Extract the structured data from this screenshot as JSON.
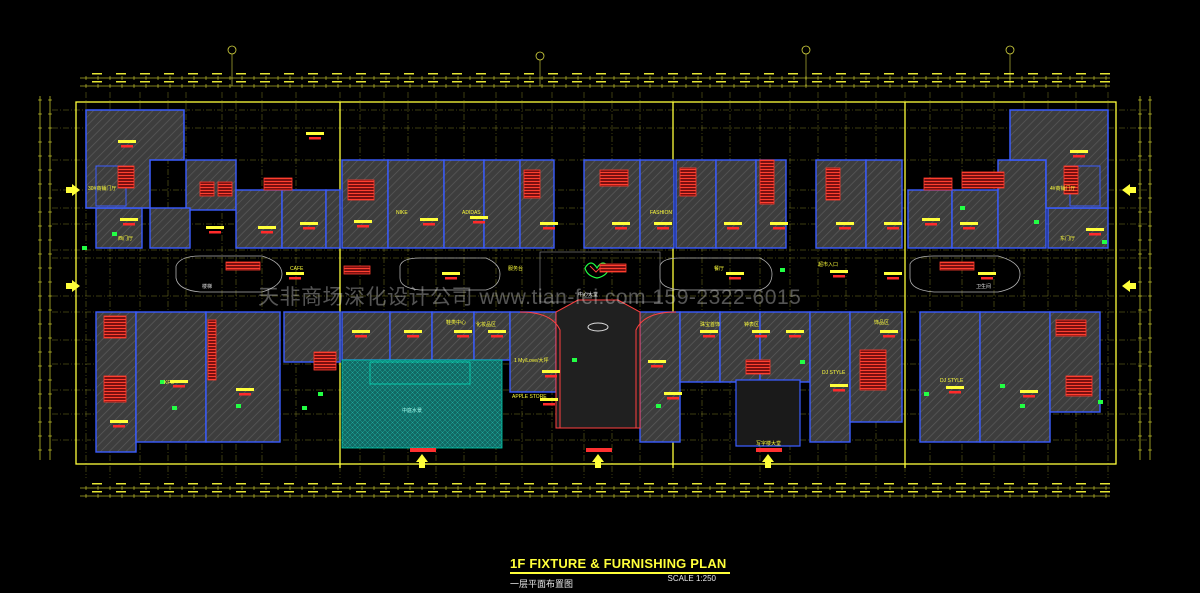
{
  "title_block": {
    "title": "1F FIXTURE & FURNISHING PLAN",
    "subtitle_cn": "一层平面布置图",
    "scale": "SCALE   1:250"
  },
  "watermark": "天非商场深化设计公司 www.tian-fei.com 159-2322-6015",
  "colors": {
    "background": "#000000",
    "wall": "#3a5cff",
    "grid": "#d8d840",
    "dimension": "#ffff3a",
    "shop_fill": "#444444",
    "hatch": "#6a6a6a",
    "atrium": "#14706a",
    "escalator": "#ff3b2e",
    "label": "#ffff3a",
    "tag_red": "#ff2a2a",
    "tag_green": "#22ff44"
  },
  "labels": {
    "left_service": "30#商铺门厅",
    "right_service": "4#商铺门厅",
    "central_plaza": "中心大堂",
    "main_hall": "写字楼大堂",
    "atrium": "中庭水景",
    "shop_1f": "1 My/Love/大坪",
    "apple": "APPLE STORE",
    "kfc": "KFC",
    "dj_style": "DJ STYLE",
    "shoe_center": "鞋类中心",
    "cosmetics": "化妆品区",
    "jewelry": "珠宝首饰",
    "watch": "钟表区",
    "accessories": "饰品区",
    "nike": "NIKE",
    "adidas": "ADIDAS",
    "fashion": "FASHION",
    "cafe": "CAFE",
    "restaurant": "餐厅",
    "supermarket": "超市入口",
    "stair": "楼梯",
    "toilet": "卫生间",
    "info": "服务台",
    "lobby_west": "西门厅",
    "lobby_east": "东门厅"
  }
}
